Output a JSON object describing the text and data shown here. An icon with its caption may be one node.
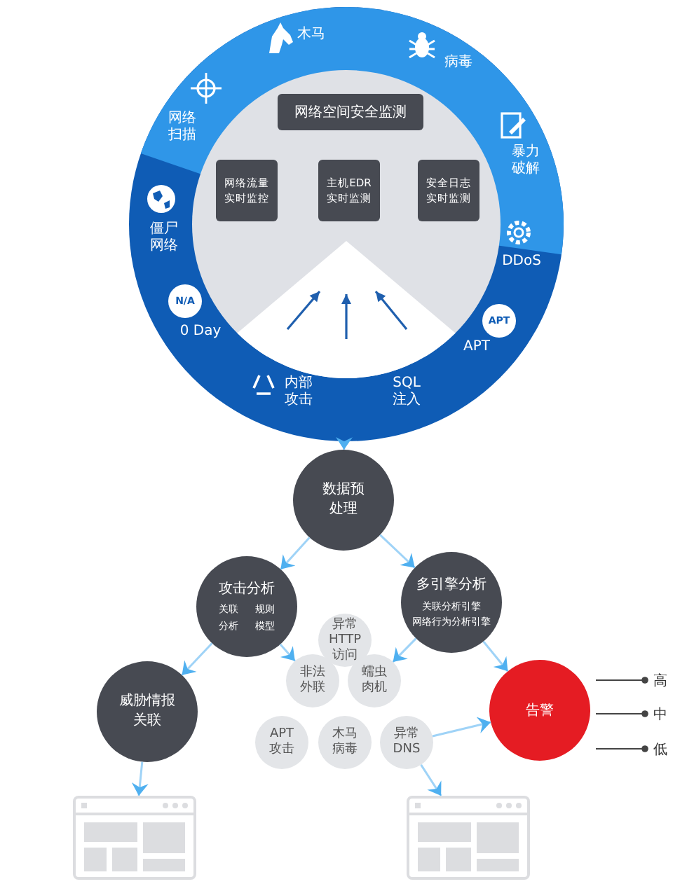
{
  "diagram": {
    "nodes": [
      {
        "text": [
          "木马",
          "病毒",
          "暴力破解",
          "DDoS",
          "APT",
          "APT",
          "内部攻击",
          "SQL注入",
          "N/A",
          "0 Day",
          "僵尸网络",
          "网络扫描"
        ]
      },
      {
        "text": [
          "网络空间安全监测"
        ],
        "in": 0
      },
      {
        "text": [
          "网络流量实时监控"
        ],
        "in": 0
      },
      {
        "text": [
          "主机EDR实时监测"
        ],
        "in": 0
      },
      {
        "text": [
          "安全日志实时监测"
        ],
        "in": 0
      },
      {
        "text": [
          "数据预处理"
        ]
      },
      {
        "text": [
          "攻击分析",
          "关联",
          "规则",
          "分析",
          "模型"
        ]
      },
      {
        "text": [
          "多引擎分析",
          "关联分析引擎",
          "网络行为分析引擎"
        ]
      },
      {
        "text": [
          "威胁情报关联"
        ]
      },
      {
        "text": [
          "异常HTTP访问"
        ]
      },
      {
        "text": [
          "非法外联"
        ]
      },
      {
        "text": [
          "蠕虫肉机"
        ]
      },
      {
        "text": [
          "APT攻击"
        ]
      },
      {
        "text": [
          "木马病毒"
        ]
      },
      {
        "text": [
          "异常DNS"
        ]
      },
      {
        "text": [
          "告警"
        ]
      },
      {
        "text": [],
        "shape": "window"
      },
      {
        "text": [],
        "shape": "window"
      },
      {
        "text": [
          "高"
        ]
      },
      {
        "text": [
          "中"
        ]
      },
      {
        "text": [
          "低"
        ]
      }
    ],
    "edges": [
      {
        "from": 0,
        "to": 5,
        "arrow": "to"
      },
      {
        "from": 5,
        "to": 6,
        "arrow": "to"
      },
      {
        "from": 5,
        "to": 7,
        "arrow": "to"
      },
      {
        "from": 6,
        "to": 8,
        "arrow": "to"
      },
      {
        "from": 6,
        "to": 10,
        "arrow": "to"
      },
      {
        "from": 7,
        "to": 11,
        "arrow": "to"
      },
      {
        "from": 7,
        "to": 15,
        "arrow": "to"
      },
      {
        "from": 8,
        "to": 16,
        "arrow": "to"
      },
      {
        "from": 14,
        "to": 15,
        "arrow": "to"
      },
      {
        "from": 14,
        "to": 17,
        "arrow": "to"
      },
      {
        "from": 15,
        "to": 18,
        "arrow": "other",
        "color": "#444444"
      },
      {
        "from": 15,
        "to": 19,
        "arrow": "other",
        "color": "#444444"
      },
      {
        "from": 15,
        "to": 20,
        "arrow": "other",
        "color": "#444444"
      }
    ]
  }
}
